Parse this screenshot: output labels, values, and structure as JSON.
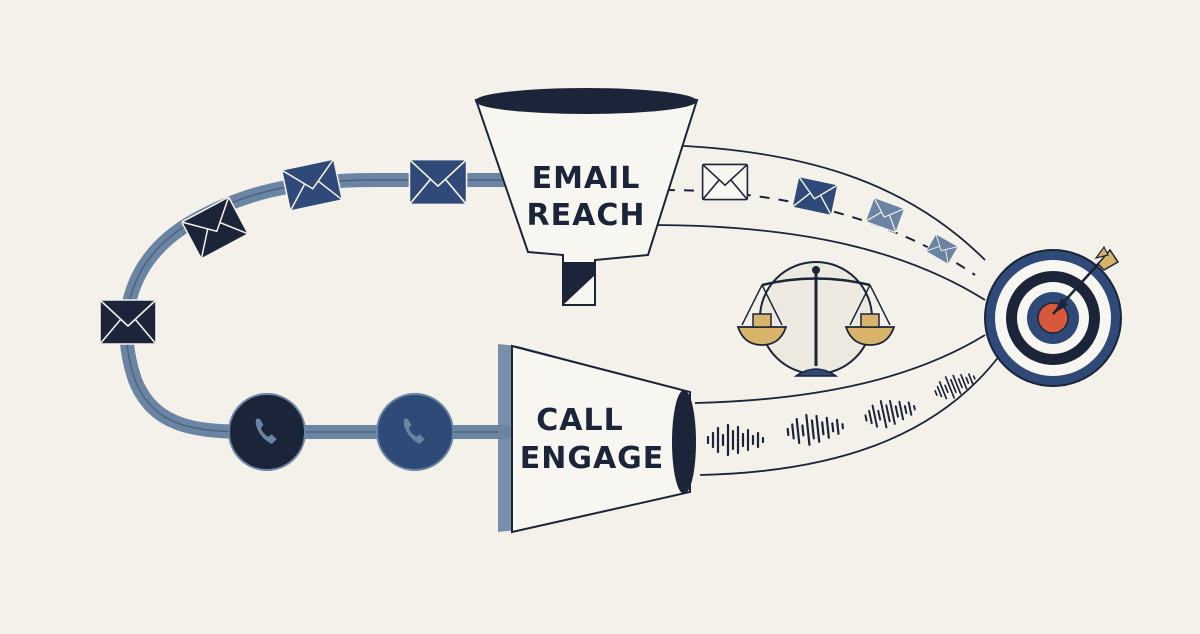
{
  "funnels": {
    "email": {
      "line1": "EMAIL",
      "line2": "REACH"
    },
    "call": {
      "line1": "CALL",
      "line2": "ENGAGE"
    }
  },
  "icons": {
    "email": "envelope-icon",
    "call": "phone-icon",
    "balance": "balance-scale-icon",
    "target": "target-icon",
    "arrow": "arrow-icon",
    "wave": "sound-wave-icon"
  },
  "colors": {
    "background": "#f4f1ea",
    "navy_dark": "#1b2438",
    "navy_mid": "#2f4a78",
    "steel_blue": "#6a84a3",
    "gold": "#d8b46a",
    "target_red": "#d9573a"
  }
}
